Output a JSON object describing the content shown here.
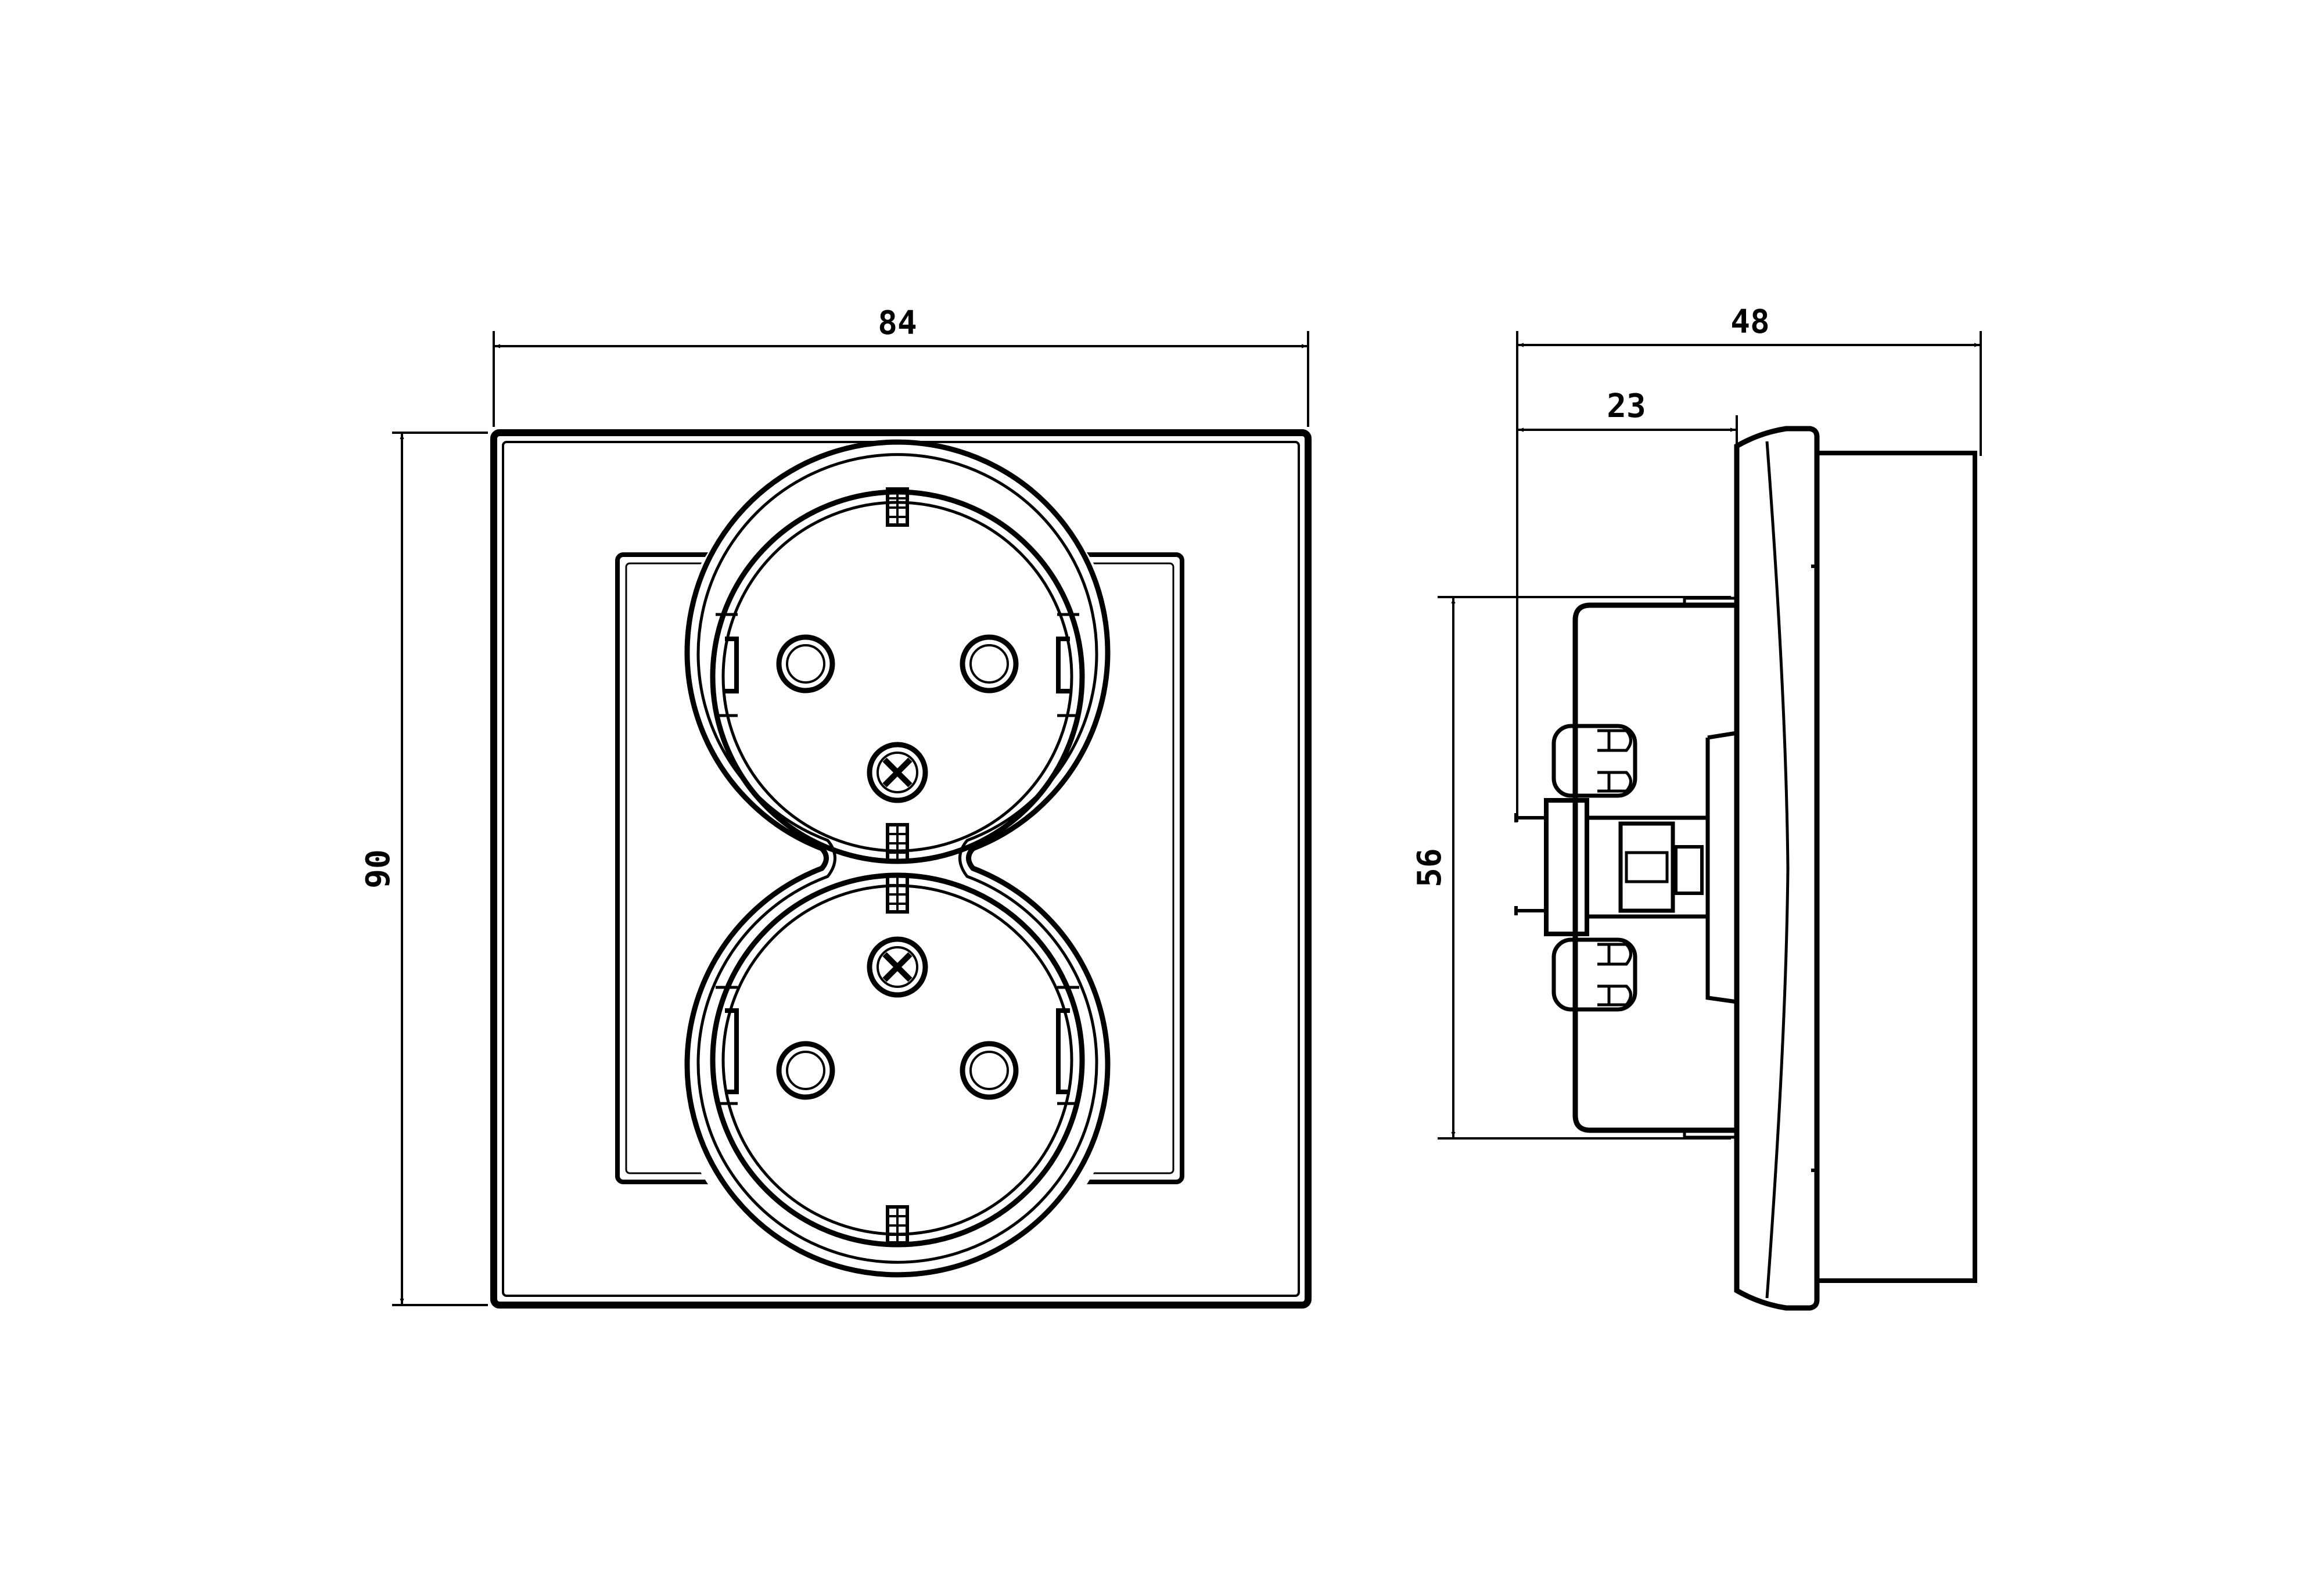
{
  "dimensions": {
    "front_width": "84",
    "front_height": "90",
    "side_depth_total": "48",
    "side_depth_plate": "23",
    "side_mechanism_height": "56"
  },
  "colors": {
    "line": "#000000",
    "background": "#ffffff"
  }
}
